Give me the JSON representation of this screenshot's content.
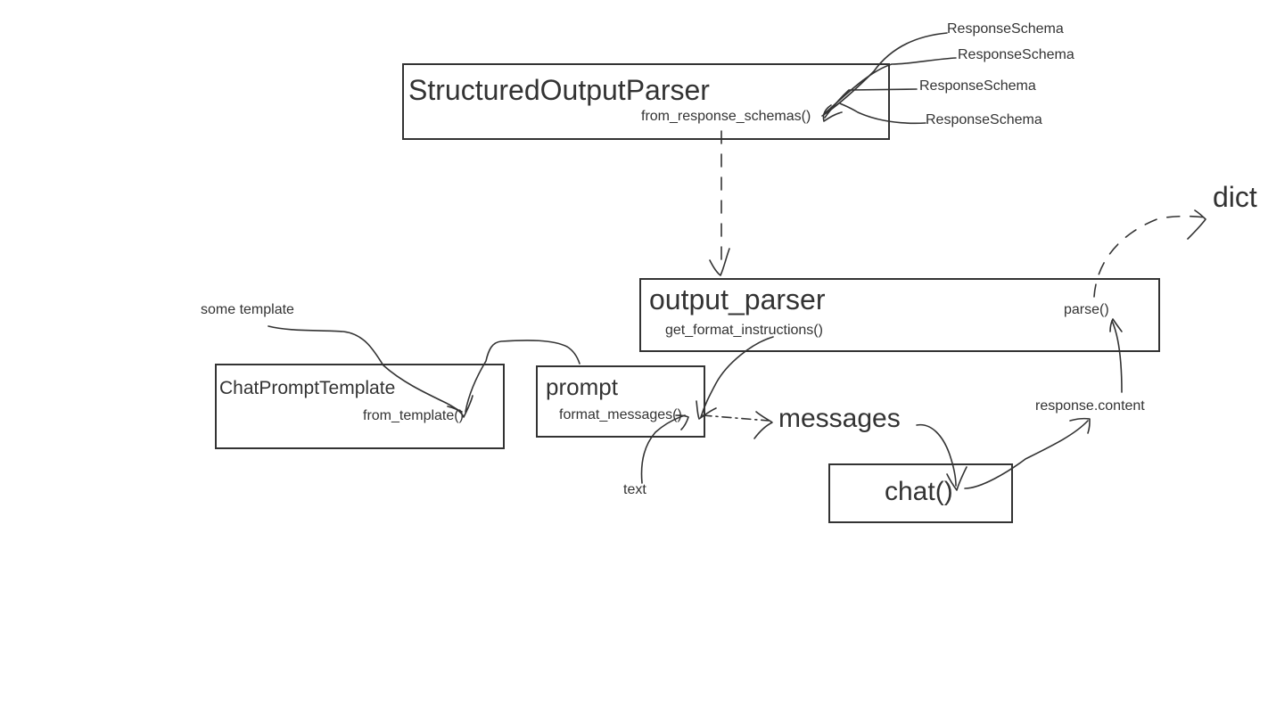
{
  "boxes": {
    "structured_output_parser": {
      "title": "StructuredOutputParser",
      "method": "from_response_schemas()"
    },
    "output_parser": {
      "title": "output_parser",
      "method_left": "get_format_instructions()",
      "method_right": "parse()"
    },
    "chat_prompt_template": {
      "title": "ChatPromptTemplate",
      "method": "from_template()"
    },
    "prompt": {
      "title": "prompt",
      "method": "format_messages()"
    },
    "chat": {
      "title": "chat()"
    }
  },
  "labels": {
    "response_schemas": [
      "ResponseSchema",
      "ResponseSchema",
      "ResponseSchema",
      "ResponseSchema"
    ],
    "some_template": "some template",
    "text": "text",
    "messages": "messages",
    "response_content": "response.content",
    "dict": "dict"
  },
  "colors": {
    "ink": "#333333",
    "background": "#ffffff"
  }
}
